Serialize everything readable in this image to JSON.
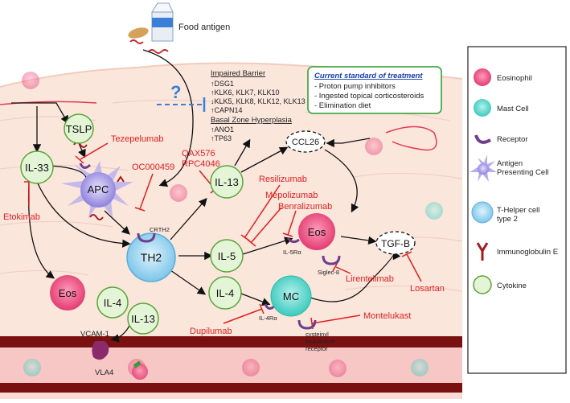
{
  "food_antigen": "Food antigen",
  "question_mark": "?",
  "barrier": {
    "heading": "Impaired Barrier",
    "items": [
      "↑DSG1",
      "↑KLK6, KLK7, KLK10",
      "↓KLK5, KLK8, KLK12, KLK13",
      "↑CAPN14"
    ],
    "hyperplasia_heading": "Basal Zone Hyperplasia",
    "hyperplasia_items": [
      "↑ANO1",
      "↑TP63"
    ]
  },
  "standard_treatment": {
    "title": "Current standard of treatment",
    "items": [
      "- Proton pump inhibitors",
      "- Ingested topical corticosteroids",
      "- Elimination diet"
    ]
  },
  "nodes": {
    "tslp": "TSLP",
    "il33": "IL-33",
    "apc": "APC",
    "th2": "TH2",
    "il13_top": "IL-13",
    "il5": "IL-5",
    "il4_mid": "IL-4",
    "eos_right": "Eos",
    "eos_left": "Eos",
    "mc": "MC",
    "ccl26": "CCL26",
    "tgfb": "TGF-B",
    "il4_bottom": "IL-4",
    "il13_bottom": "IL-13"
  },
  "drugs": {
    "tezepelumab": "Tezepelumab",
    "etokimab": "Etokimab",
    "oc000459": "OC000459",
    "qax576": "QAX576",
    "rpc4046": "RPC4046",
    "resilizumab": "Resilizumab",
    "mepolizumab": "Mepolizumab",
    "benralizumab": "Benralizumab",
    "lirentelimab": "Lirentelimab",
    "losartan": "Losartan",
    "montelukast": "Montelukast",
    "dupilumab": "Dupilumab"
  },
  "receptors": {
    "crth2": "CRTH2",
    "il5ra": "IL-5Rα",
    "siglec8": "Siglec-8",
    "il4ra": "IL-4Rα",
    "cysteinyl": [
      "cysteinyl",
      "leukotriene",
      "receptor"
    ],
    "vcam1": "VCAM-1",
    "vla4": "VLA4"
  },
  "legend": {
    "items": [
      "Eosinophil",
      "Mast Cell",
      "Receptor",
      "Antigen Presenting Cell",
      "T-Helper cell type 2",
      "Immunoglobulin E",
      "Cytokine"
    ]
  },
  "colors": {
    "inhibitor": "#e02020",
    "cytokine_fill": "#e3f5d6",
    "cytokine_stroke": "#5aa538",
    "eos": "#e8457a",
    "mast": "#48d4c8",
    "th2": "#8fd0ee",
    "apc": "#9b8fe0",
    "receptor": "#6d3f8a",
    "box_border": "#4aa84a"
  }
}
